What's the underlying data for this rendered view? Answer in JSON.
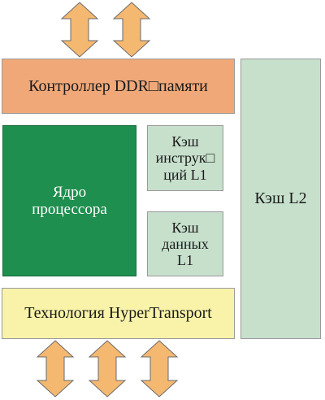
{
  "diagram": {
    "blocks": {
      "ddr_controller": {
        "label": "Контроллер DDR□памяти",
        "color": "#f0a878"
      },
      "core": {
        "label": "Ядро\nпроцессора",
        "color": "#1f8f4f",
        "text_color": "#ffffff"
      },
      "l1_instruction_cache": {
        "label": "Кэш\nинструк□\nций L1",
        "color": "#c7e0cc"
      },
      "l1_data_cache": {
        "label": "Кэш\nданных\nL1",
        "color": "#c7e0cc"
      },
      "l2_cache": {
        "label": "Кэш L2",
        "color": "#c7e0cc"
      },
      "hypertransport": {
        "label": "Технология HyperTransport",
        "color": "#f8f3a8"
      }
    },
    "arrows": {
      "color": "#f5b870",
      "outline": "#6a6a6a",
      "top_count": 2,
      "bottom_count": 3
    }
  }
}
